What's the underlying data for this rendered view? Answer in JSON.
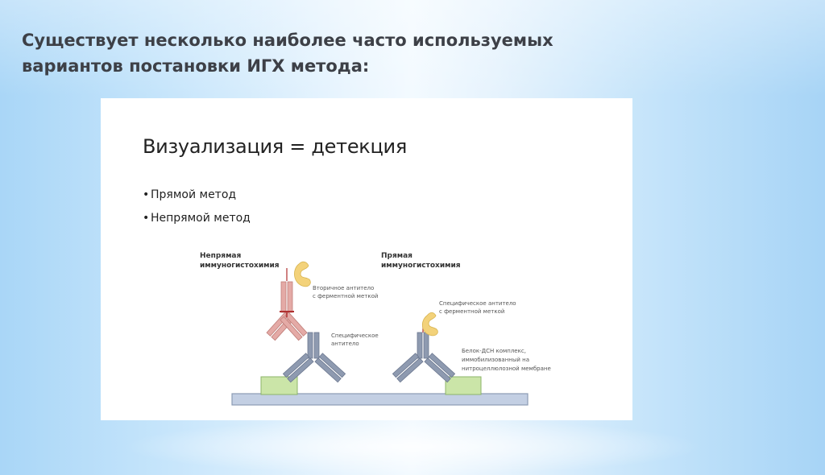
{
  "slide": {
    "title_line1": "Существует несколько наиболее часто используемых",
    "title_line2": "вариантов постановки ИГХ метода:"
  },
  "figure": {
    "heading": "Визуализация = детекция",
    "bullet_symbol": "•",
    "bullets": [
      "Прямой метод",
      "Непрямой метод"
    ],
    "indirect": {
      "title_line1": "Непрямая",
      "title_line2": "иммуногистохимия",
      "secondary_line1": "Вторичное антитело",
      "secondary_line2": "с ферментной меткой",
      "specific_line1": "Специфическое",
      "specific_line2": "антитело"
    },
    "direct": {
      "title_line1": "Прямая",
      "title_line2": "иммуногистохимия",
      "specific_line1": "Специфическое антитело",
      "specific_line2": "с ферментной меткой",
      "complex_line1": "Белок-ДСН комплекс,",
      "complex_line2": "иммобилизованный на",
      "complex_line3": "нитроцеллюлозной мембране"
    },
    "colors": {
      "membrane": "#c3cfe3",
      "protein": "#cbe5a8",
      "primary_antibody": "#8e9ab0",
      "secondary_antibody": "#e4aaa6",
      "enzyme_label": "#f3d27a",
      "hinge": "#b03030"
    }
  }
}
